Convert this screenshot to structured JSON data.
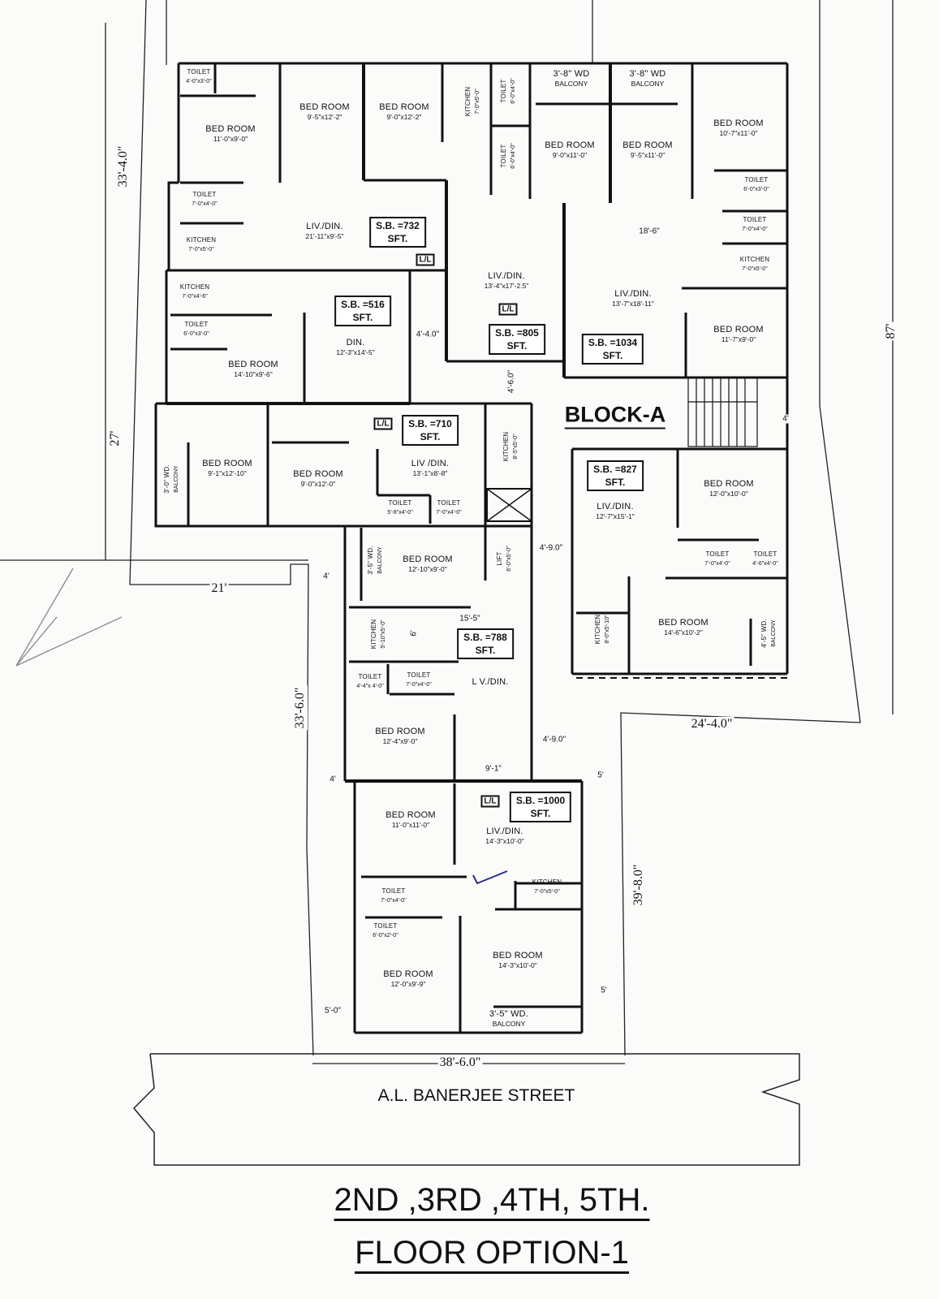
{
  "block_label": "BLOCK-A",
  "street": "A.L. BANERJEE STREET",
  "title_line1": "2ND ,3RD ,4TH, 5TH.",
  "title_line2": "FLOOR OPTION-1",
  "lift_lobby": "L/L",
  "units": [
    {
      "sb": "S.B. =732",
      "unit": "SFT."
    },
    {
      "sb": "S.B. =805",
      "unit": "SFT."
    },
    {
      "sb": "S.B. =1034",
      "unit": "SFT."
    },
    {
      "sb": "S.B. =516",
      "unit": "SFT."
    },
    {
      "sb": "S.B. =710",
      "unit": "SFT."
    },
    {
      "sb": "S.B. =788",
      "unit": "SFT."
    },
    {
      "sb": "S.B. =827",
      "unit": "SFT."
    },
    {
      "sb": "S.B. =1000",
      "unit": "SFT."
    }
  ],
  "rooms": [
    {
      "n": "TOILET",
      "d": "4'-0\"x3'-0\""
    },
    {
      "n": "BED ROOM",
      "d": "11'-0\"x9'-0\""
    },
    {
      "n": "BED ROOM",
      "d": "9'-5\"x12'-2\""
    },
    {
      "n": "BED ROOM",
      "d": "9'-0\"x12'-2\""
    },
    {
      "n": "TOILET",
      "d": "7'-0\"x4'-0\""
    },
    {
      "n": "KITCHEN",
      "d": "7'-0\"x5'-0\""
    },
    {
      "n": "LIV./DIN.",
      "d": "21'-11\"x9'-5\""
    },
    {
      "n": "KITCHEN",
      "d": "7'-0\"x5'-0\""
    },
    {
      "n": "TOILET",
      "d": "6'-0\"x4'-0\""
    },
    {
      "n": "TOILET",
      "d": "6'-0\"x4'-0\""
    },
    {
      "n": "3'-8\" WD",
      "d": "BALCONY"
    },
    {
      "n": "BED ROOM",
      "d": "9'-0\"x11'-0\""
    },
    {
      "n": "LIV./DIN.",
      "d": "13'-4\"x17'-2.5\""
    },
    {
      "n": "3'-8\" WD",
      "d": "BALCONY"
    },
    {
      "n": "BED ROOM",
      "d": "9'-5\"x11'-0\""
    },
    {
      "n": "BED ROOM",
      "d": "10'-7\"x11'-0\""
    },
    {
      "n": "TOILET",
      "d": "6'-0\"x3'-0\""
    },
    {
      "n": "TOILET",
      "d": "7'-0\"x4'-0\""
    },
    {
      "n": "KITCHEN",
      "d": "7'-0\"x5'-0\""
    },
    {
      "n": "LIV./DIN.",
      "d": "13'-7\"x18'-11\""
    },
    {
      "n": "BED ROOM",
      "d": "11'-7\"x9'-0\""
    },
    {
      "n": "KITCHEN",
      "d": "7'-0\"x4'-6\""
    },
    {
      "n": "TOILET",
      "d": "6'-0\"x3'-0\""
    },
    {
      "n": "BED ROOM",
      "d": "14'-10\"x9'-6\""
    },
    {
      "n": "DIN.",
      "d": "12'-3\"x14'-5\""
    },
    {
      "n": "3'-0\" WD.",
      "d": "BALCONY"
    },
    {
      "n": "BED ROOM",
      "d": "9'-1\"x12'-10\""
    },
    {
      "n": "BED ROOM",
      "d": "9'-0\"x12'-0\""
    },
    {
      "n": "LIV /DIN.",
      "d": "13'-1\"x8'-8\""
    },
    {
      "n": "KITCHEN",
      "d": "8'-5\"x5'-0\""
    },
    {
      "n": "TOILET",
      "d": "5'-8\"x4'-0\""
    },
    {
      "n": "TOILET",
      "d": "7'-0\"x4'-0\""
    },
    {
      "n": "LIFT",
      "d": "6'-0\"x5'-0\""
    },
    {
      "n": "3'-5\" WD.",
      "d": "BALCONY"
    },
    {
      "n": "BED ROOM",
      "d": "12'-10\"x9'-0\""
    },
    {
      "n": "KITCHEN",
      "d": "5'-10\"x5'-0\""
    },
    {
      "n": "TOILET",
      "d": "4'-4\"x 4'-0\""
    },
    {
      "n": "TOILET",
      "d": "7'-0\"x4'-0\""
    },
    {
      "n": "L V./DIN.",
      "d": ""
    },
    {
      "n": "BED ROOM",
      "d": "12'-4\"x9'-0\""
    },
    {
      "n": "LIV./DIN.",
      "d": "12'-7\"x15'-1\""
    },
    {
      "n": "BED ROOM",
      "d": "12'-0\"x10'-0\""
    },
    {
      "n": "TOILET",
      "d": "7'-0\"x4'-0\""
    },
    {
      "n": "TOILET",
      "d": "4'-6\"x4'-0\""
    },
    {
      "n": "KITCHEN",
      "d": "8'-0\"x5'-10\""
    },
    {
      "n": "BED ROOM",
      "d": "14'-6\"x10'-2\""
    },
    {
      "n": "4'-5\" WD.",
      "d": "BALCONY"
    },
    {
      "n": "BED ROOM",
      "d": "11'-0\"x11'-0\""
    },
    {
      "n": "LIV./DIN.",
      "d": "14'-3\"x10'-0\""
    },
    {
      "n": "KITCHEN",
      "d": "7'-0\"x5'-0\""
    },
    {
      "n": "TOILET",
      "d": "7'-0\"x4'-0\""
    },
    {
      "n": "TOILET",
      "d": "6'-0\"x2'-0\""
    },
    {
      "n": "BED ROOM",
      "d": "14'-3\"x10'-0\""
    },
    {
      "n": "BED ROOM",
      "d": "12'-0\"x9'-9\""
    },
    {
      "n": "3'-5\" WD.",
      "d": "BALCONY"
    }
  ],
  "dimensions": {
    "d33_4": "33'-4.0\"",
    "d27": "27'",
    "d21": "21'",
    "d33_6": "33'-6.0\"",
    "d24_4": "24'-4.0\"",
    "d39_8": "39'-8.0\"",
    "d38_6": "38'-6.0\"",
    "d87": "87'",
    "d18_6": "18'-6\"",
    "d4_4": "4'-4.0\"",
    "d4_6": "4'-6.0\"",
    "d15_5": "15'-5\"",
    "d6": "6'",
    "d9_1": "9'-1\"",
    "d4_9a": "4'-9.0\"",
    "d4_9b": "4'-9.0\"",
    "d4a": "4'",
    "d4b": "4'",
    "d4c": "4'",
    "d5a": "5'",
    "d5b": "5'",
    "d5_0": "5'-0\""
  }
}
